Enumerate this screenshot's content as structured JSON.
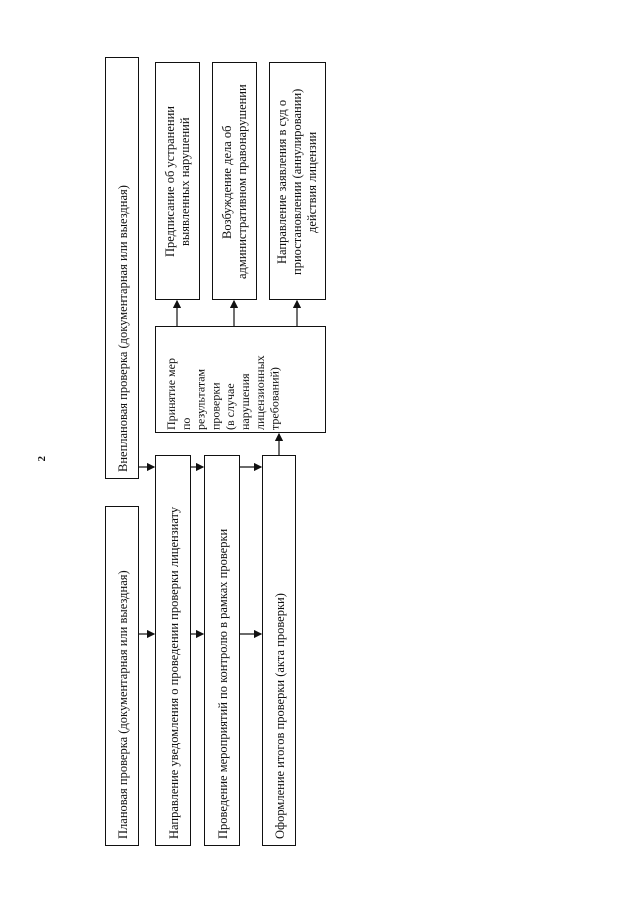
{
  "page_number": "2",
  "boxes": {
    "planned": "Плановая проверка  (документарная или выездная)",
    "unplanned": "Внеплановая проверка (документарная или выездная)",
    "notice": "Направление уведомления о проведении проверки лицензиату",
    "control": "Проведение мероприятий по контролю в рамках проверки",
    "result": "Оформление итогов проверки  (акта проверки)",
    "measures": "Принятие мер\nпо\nрезультатам\nпроверки\n(в        случае\nнарушения\nлицензионных\nтребований)",
    "order": "Предписание об устранении\nвыявленных нарушений",
    "admin_case": "Возбуждение дела об\nадминистративном правонарушении",
    "court": "Направление заявления в суд о\nприостановлении (аннулировании)\nдействия лицензии"
  }
}
